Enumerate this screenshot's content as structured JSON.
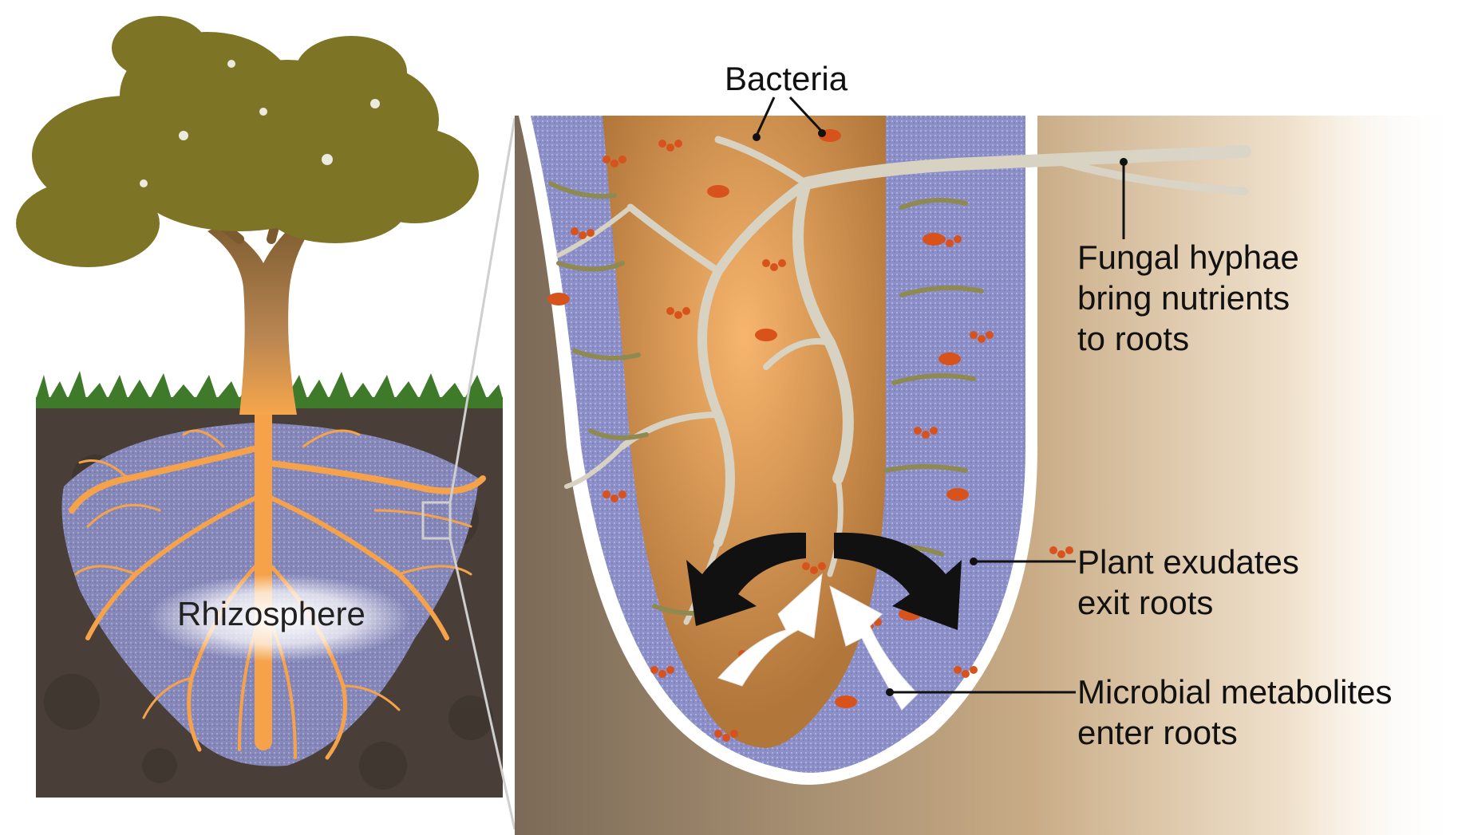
{
  "labels": {
    "bacteria": "Bacteria",
    "fungal_line1": "Fungal hyphae",
    "fungal_line2": "bring nutrients",
    "fungal_line3": "to roots",
    "exudates_line1": "Plant exudates",
    "exudates_line2": "exit roots",
    "metabolites_line1": "Microbial metabolites",
    "metabolites_line2": "enter roots",
    "rhizosphere": "Rhizosphere"
  },
  "colors": {
    "foliage": "#7d7426",
    "trunk": "#8a6a35",
    "root_orange": "#f5a24a",
    "soil": "#4a3f38",
    "rhizosphere_halo": "#8c8fc6",
    "grass": "#3f7a2a",
    "bacteria_orange": "#d8521c",
    "hyphae": "#d7d2c2"
  }
}
